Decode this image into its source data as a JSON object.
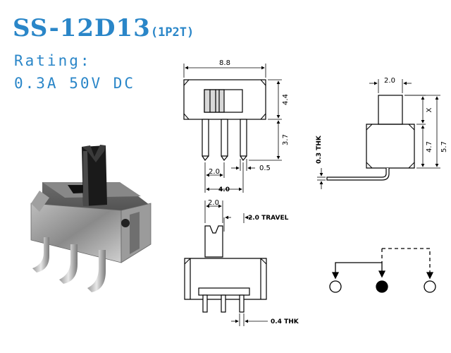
{
  "header": {
    "model": "SS-12D13",
    "variant": "(1P2T)",
    "rating_label": "Rating:",
    "rating_value": "0.3A  50V  DC"
  },
  "colors": {
    "accent": "#2a86c8",
    "line": "#000000"
  },
  "top_view": {
    "width": "8.8",
    "height": "4.4",
    "pin_length": "3.7",
    "pin_pitch": "2.0",
    "pin_width": "0.5",
    "pin_span": "4.0"
  },
  "side_view": {
    "width": "2.0",
    "height_x": "X",
    "body_height": "4.7",
    "total_height": "5.7",
    "thickness": "0.3 THK"
  },
  "front_view": {
    "lever_width": "2.0",
    "travel": "2.0 TRAVEL",
    "pin_thickness": "0.4 THK"
  }
}
